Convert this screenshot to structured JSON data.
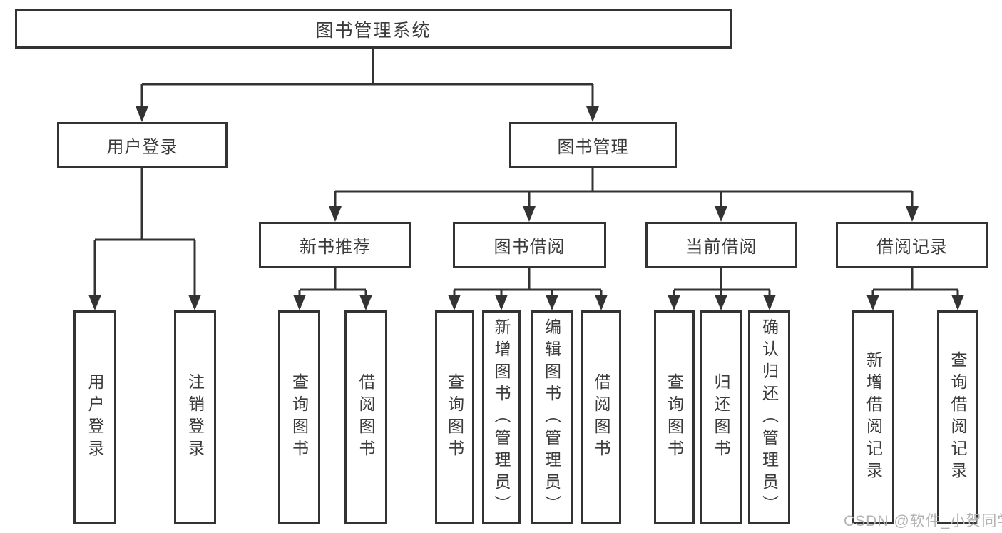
{
  "diagram": {
    "type": "hierarchy-tree",
    "tree": {
      "root": {
        "label": "图书管理系统"
      },
      "branches": [
        {
          "label": "用户登录",
          "children": [
            {
              "label": "用户登录"
            },
            {
              "label": "注销登录"
            }
          ]
        },
        {
          "label": "图书管理",
          "children": [
            {
              "label": "新书推荐",
              "children": [
                {
                  "label": "查询图书"
                },
                {
                  "label": "借阅图书"
                }
              ]
            },
            {
              "label": "图书借阅",
              "children": [
                {
                  "label": "查询图书"
                },
                {
                  "label": "新增图书（管理员）"
                },
                {
                  "label": "编辑图书（管理员）"
                },
                {
                  "label": "借阅图书"
                }
              ]
            },
            {
              "label": "当前借阅",
              "children": [
                {
                  "label": "查询图书"
                },
                {
                  "label": "归还图书"
                },
                {
                  "label": "确认归还（管理员）"
                }
              ]
            },
            {
              "label": "借阅记录",
              "children": [
                {
                  "label": "新增借阅记录"
                },
                {
                  "label": "查询借阅记录"
                }
              ]
            }
          ]
        }
      ]
    },
    "colors": {
      "line": "#333333",
      "text": "#3b3b3b",
      "background": "#ffffff",
      "watermark": "#b3b3b3"
    }
  },
  "watermark": {
    "text": "CSDN @软件_小贺同学"
  }
}
